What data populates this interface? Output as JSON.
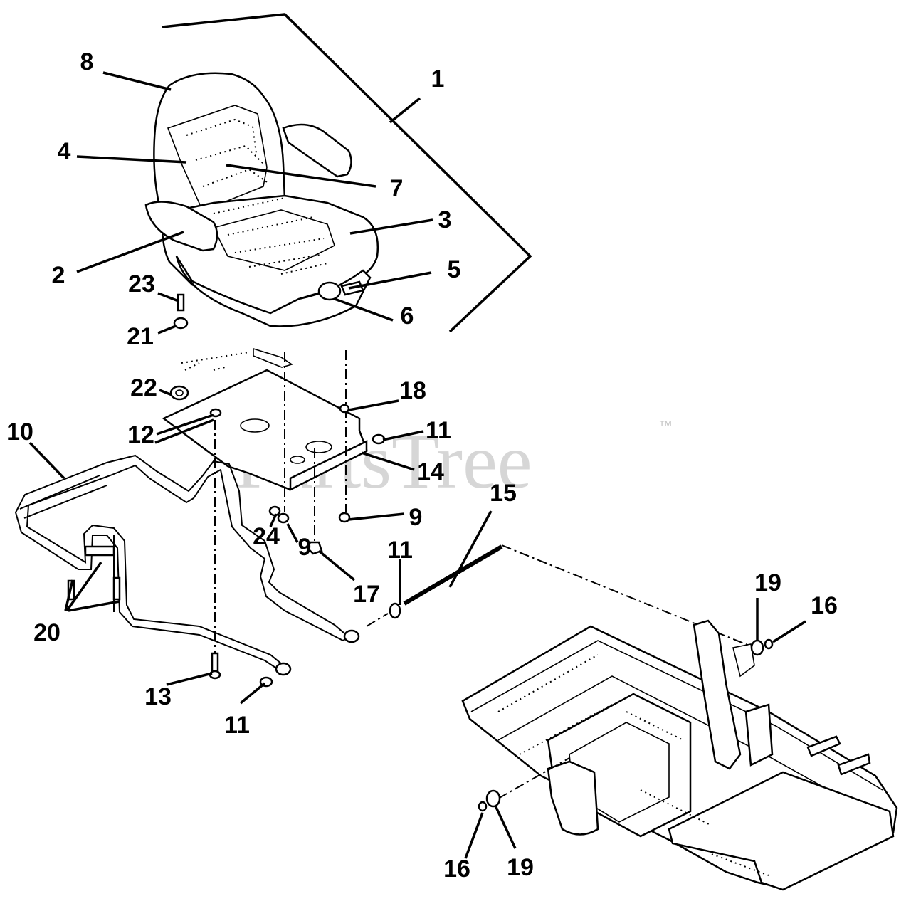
{
  "watermark": {
    "text": "PartsTree",
    "trademark": "™"
  },
  "callouts": {
    "c1": "1",
    "c2": "2",
    "c3": "3",
    "c4": "4",
    "c5": "5",
    "c6": "6",
    "c7": "7",
    "c8": "8",
    "c9a": "9",
    "c9b": "9",
    "c10": "10",
    "c11a": "11",
    "c11b": "11",
    "c11c": "11",
    "c12": "12",
    "c13": "13",
    "c14": "14",
    "c15": "15",
    "c16a": "16",
    "c16b": "16",
    "c17": "17",
    "c18": "18",
    "c19a": "19",
    "c19b": "19",
    "c20": "20",
    "c21": "21",
    "c22": "22",
    "c23": "23",
    "c24": "24"
  }
}
